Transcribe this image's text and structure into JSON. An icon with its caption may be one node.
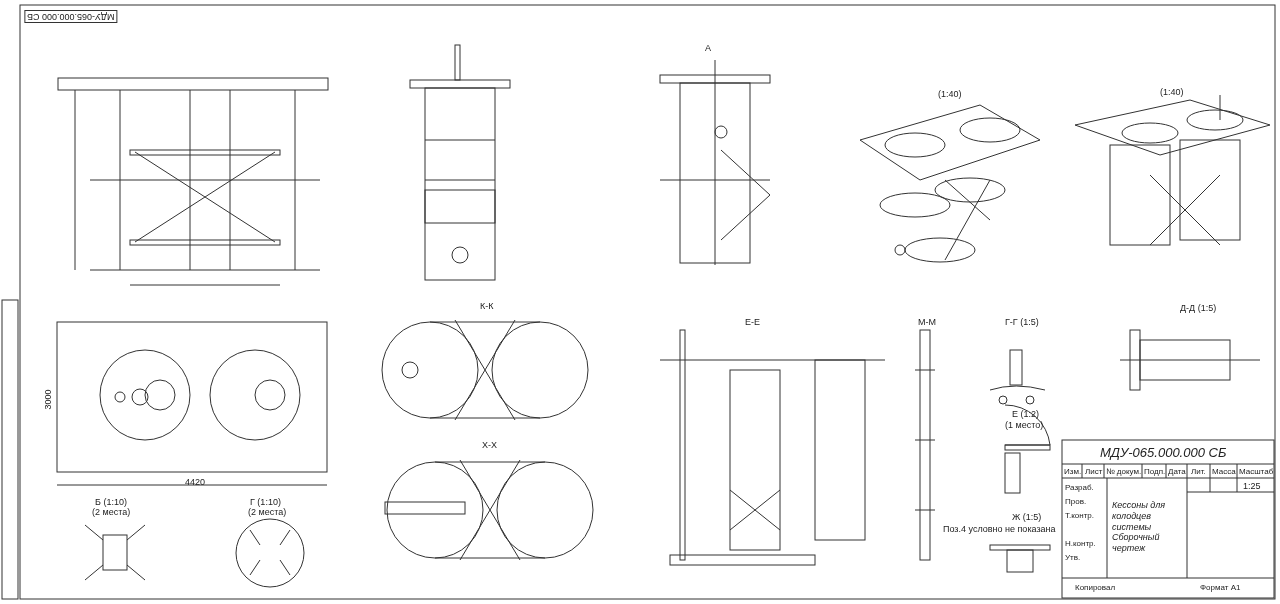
{
  "diagram": {
    "title": "МДУ-065.000.000 СБ",
    "caption": "Кессоны для колодцев системы Сборочный чертеж",
    "labels": [
      "МДУ-065.000.000 СБ",
      "А",
      "(1:40)",
      "(1:40)",
      "К-К",
      "Е-Е",
      "М-М",
      "Д-Д (1:5)",
      "Г-Г (1:5)",
      "Е (1:2)",
      "(1 место)",
      "Ж (1:5)",
      "Поз.4 условно не показана",
      "Х-Х",
      "Б (1:10)",
      "(2 места)",
      "Г (1:10)",
      "(2 места)",
      "4420",
      "3000",
      "Изм.",
      "Лист",
      "№ докум.",
      "Подп.",
      "Дата",
      "Лит.",
      "Масса",
      "Масштаб",
      "1:25",
      "Разраб.",
      "Пров.",
      "Т.контр.",
      "Н.контр.",
      "Утв.",
      "Копировал",
      "Формат A1"
    ]
  }
}
